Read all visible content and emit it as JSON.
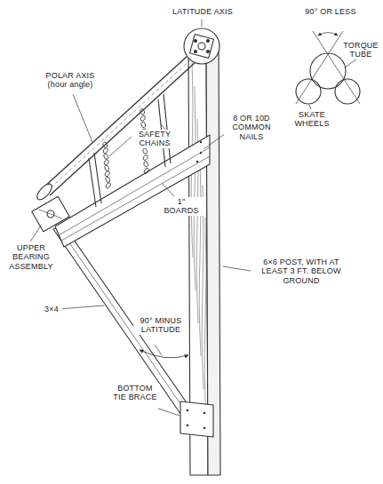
{
  "diagram": {
    "labels": [
      "LATITUDE AXIS",
      "POLAR AXIS (hour angle)",
      "SAFETY CHAINS",
      "8 OR 10D COMMON NAILS",
      "1\" BOARDS",
      "UPPER BEARING ASSEMBLY",
      "6×6 POST, WITH AT LEAST 3 FT. BELOW GROUND",
      "3×4",
      "90° MINUS LATITUDE",
      "BOTTOM TIE BRACE",
      "90° OR LESS",
      "TORQUE TUBE",
      "SKATE WHEELS"
    ]
  }
}
